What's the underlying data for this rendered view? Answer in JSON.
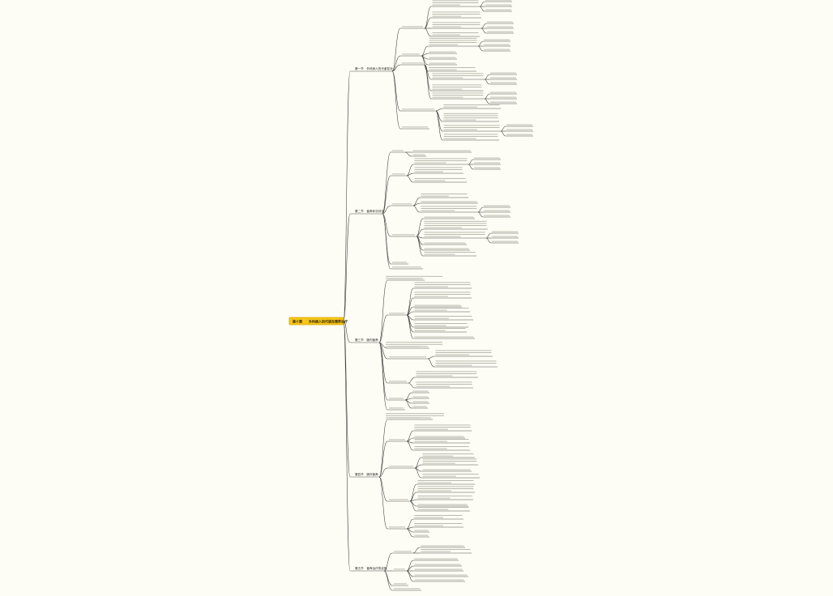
{
  "root": {
    "label": "第十章　　外科病人的代谢及营养治疗"
  },
  "sections": [
    {
      "label": "第一节　外科病人的代谢变化"
    },
    {
      "label": "第二节　营养状况评定"
    },
    {
      "label": "第三节　肠内营养"
    },
    {
      "label": "第四节　肠外营养"
    },
    {
      "label": "第五节　营养治疗的实施"
    }
  ],
  "colors": {
    "root_fill": "#f5c518",
    "line": "#3c3c3c",
    "background": "#fdfdf5"
  }
}
